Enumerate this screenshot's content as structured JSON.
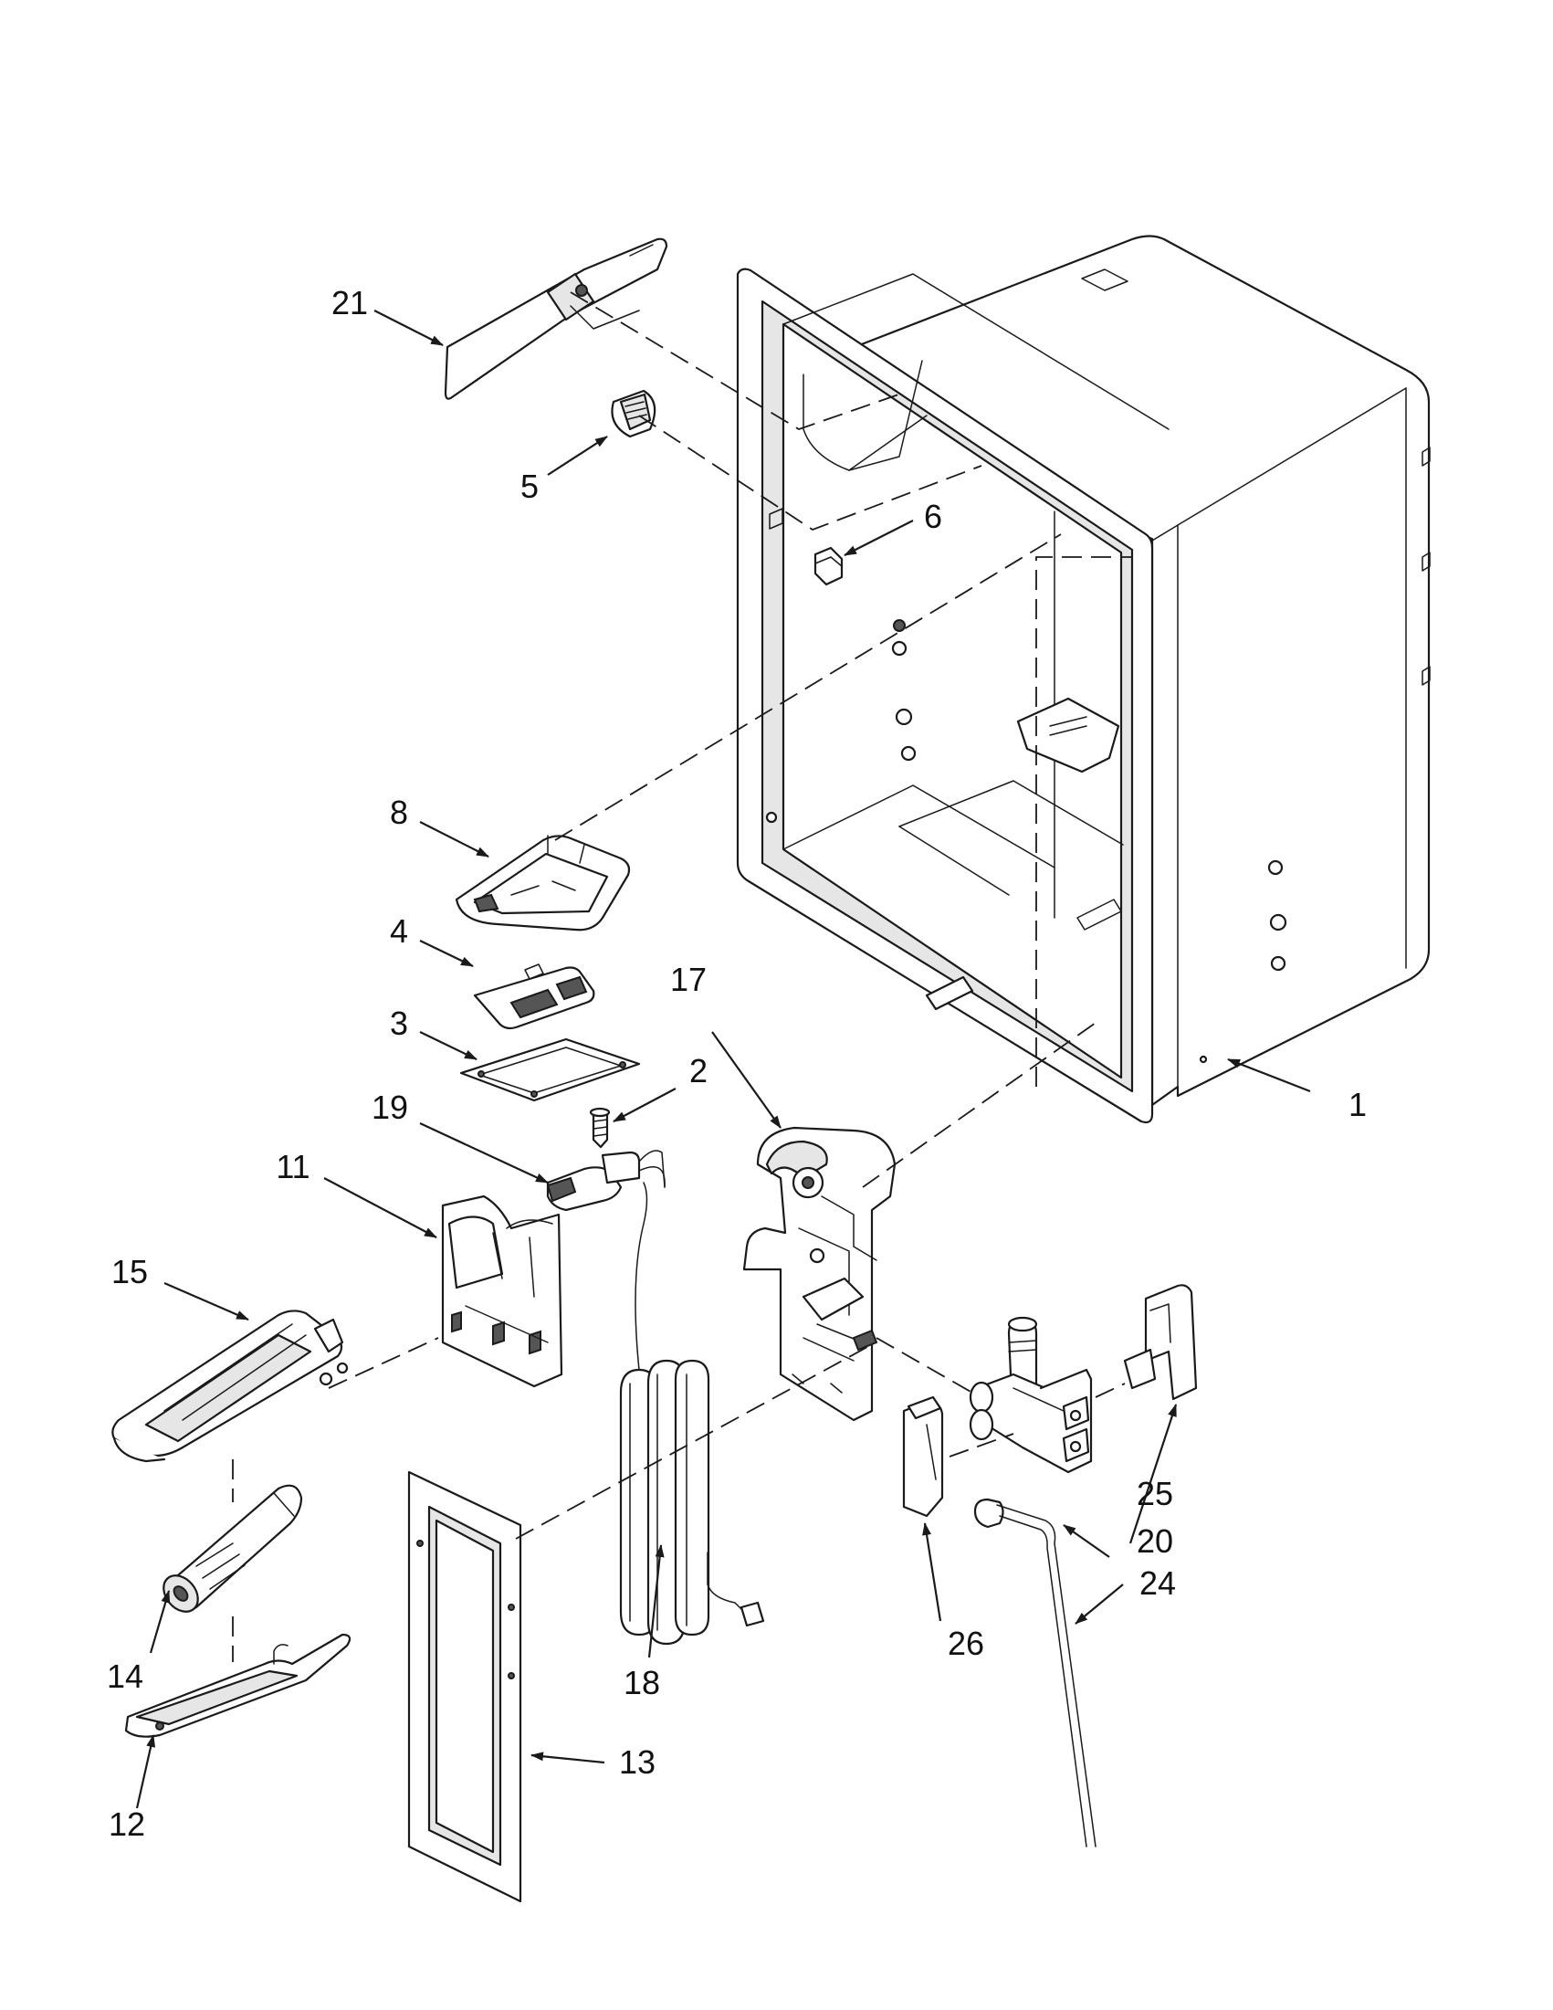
{
  "diagram": {
    "type": "exploded-parts-view",
    "callouts": [
      {
        "id": "c1",
        "text": "1"
      },
      {
        "id": "c2",
        "text": "2"
      },
      {
        "id": "c3",
        "text": "3"
      },
      {
        "id": "c4",
        "text": "4"
      },
      {
        "id": "c5",
        "text": "5"
      },
      {
        "id": "c6",
        "text": "6"
      },
      {
        "id": "c8",
        "text": "8"
      },
      {
        "id": "c11",
        "text": "11"
      },
      {
        "id": "c12",
        "text": "12"
      },
      {
        "id": "c13",
        "text": "13"
      },
      {
        "id": "c14",
        "text": "14"
      },
      {
        "id": "c15",
        "text": "15"
      },
      {
        "id": "c17",
        "text": "17"
      },
      {
        "id": "c18",
        "text": "18"
      },
      {
        "id": "c19",
        "text": "19"
      },
      {
        "id": "c20",
        "text": "20"
      },
      {
        "id": "c21",
        "text": "21"
      },
      {
        "id": "c24",
        "text": "24"
      },
      {
        "id": "c25",
        "text": "25"
      },
      {
        "id": "c26",
        "text": "26"
      }
    ]
  }
}
